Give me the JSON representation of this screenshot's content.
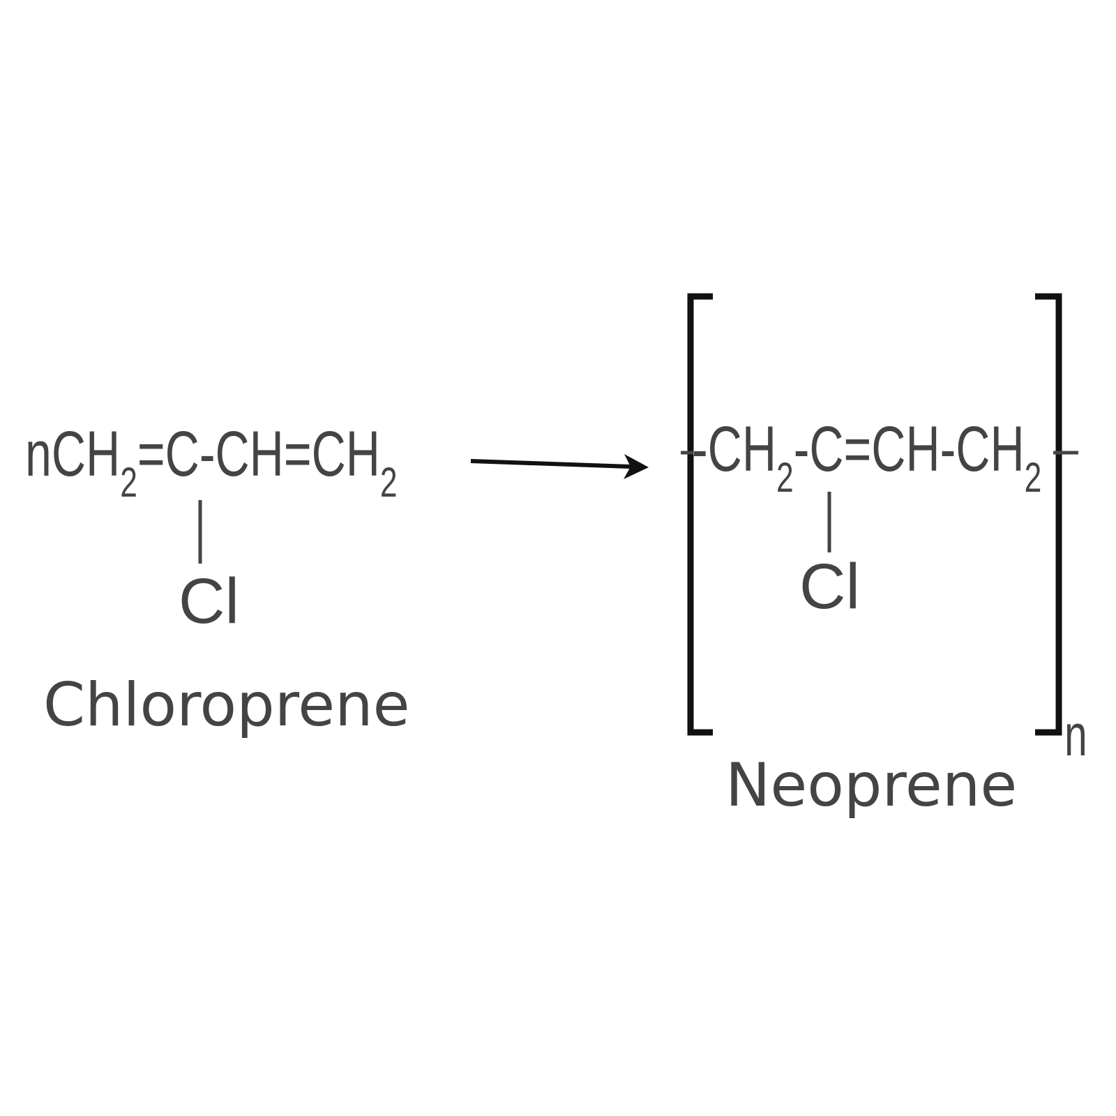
{
  "reactant": {
    "coefficient": "n",
    "part1": "CH",
    "sub1": "2",
    "part2": "=C-CH=CH",
    "sub2": "2",
    "substituent": "Cl",
    "name": "Chloroprene"
  },
  "product": {
    "part1": "-CH",
    "sub1": "2",
    "part2": "-C=CH-CH",
    "sub2": "2",
    "substituent": "Cl",
    "repeat_label": "n",
    "name": "Neoprene"
  },
  "colors": {
    "text": "#444444",
    "lines": "#111111",
    "bonds": "#444444"
  }
}
